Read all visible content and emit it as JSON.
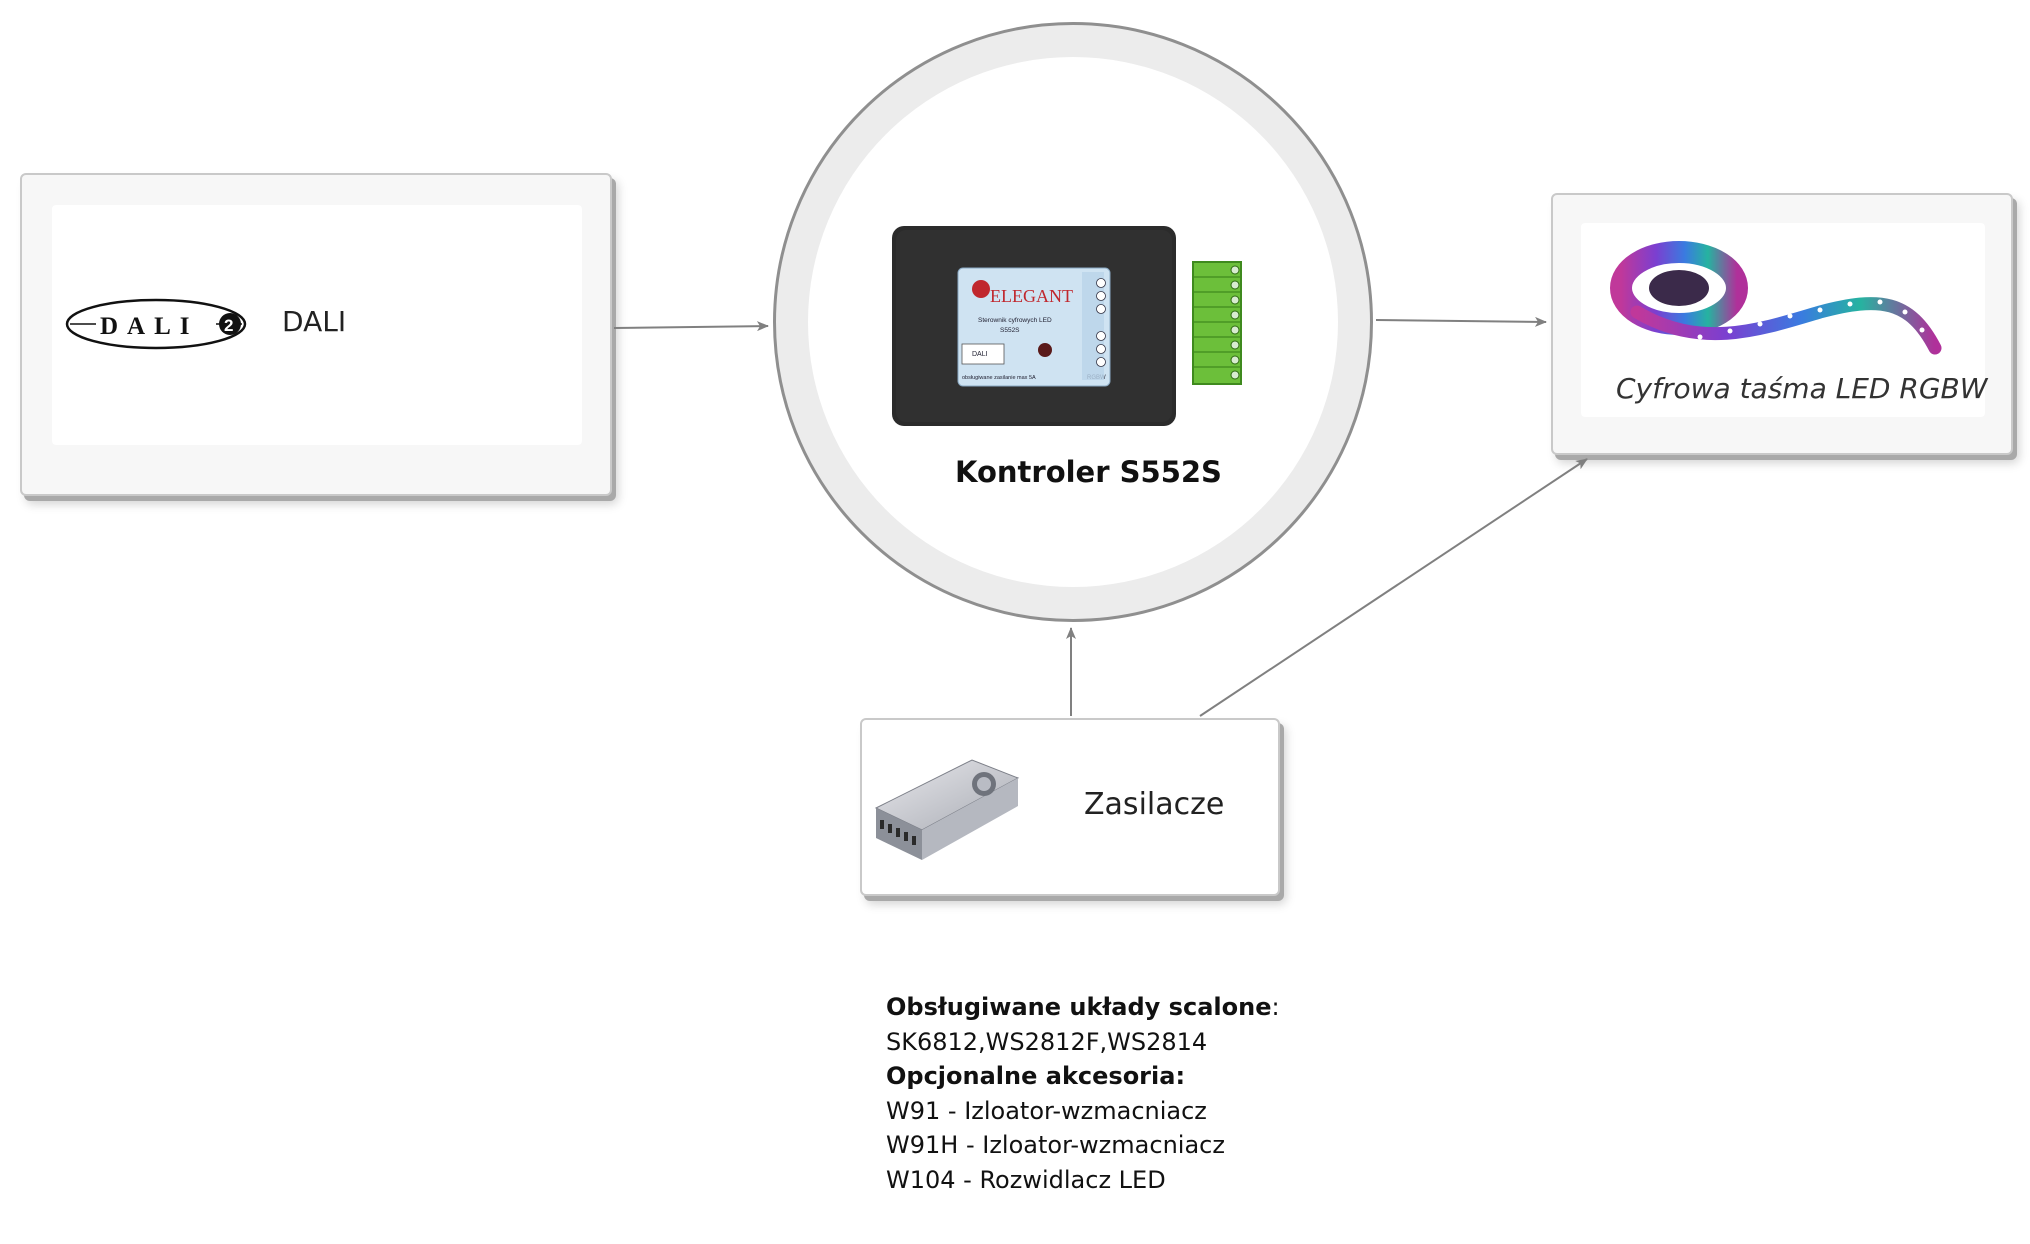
{
  "nodes": {
    "dali": {
      "logo_text": "DALI",
      "logo_badge": "2",
      "label": "DALI"
    },
    "controller": {
      "label": "Kontroler S552S",
      "device_brand": "ELEGANT",
      "device_line1": "Sterownik cyfrowych LED",
      "device_line2": "S552S",
      "device_dali": "DALI",
      "device_bottom": "obsługiwane zasilanie max 5A",
      "device_rgbw": "RGBW"
    },
    "led_strip": {
      "label": "Cyfrowa taśma LED RGBW"
    },
    "power_supply": {
      "label": "Zasilacze"
    }
  },
  "info": {
    "chips_heading": "Obsługiwane układy scalone",
    "chips_colon": ":",
    "chips_list": "SK6812,WS2812F,WS2814",
    "accessories_heading": "Opcjonalne akcesoria:",
    "accessories": [
      "W91 - Izloator-wzmacniacz",
      "W91H - Izloator-wzmacniacz",
      "W104 - Rozwidlacz LED"
    ]
  },
  "colors": {
    "connector_green": "#6cbf3a",
    "device_body": "#2b2b2b",
    "device_label": "#cfe3f2",
    "arrow": "#808080"
  }
}
